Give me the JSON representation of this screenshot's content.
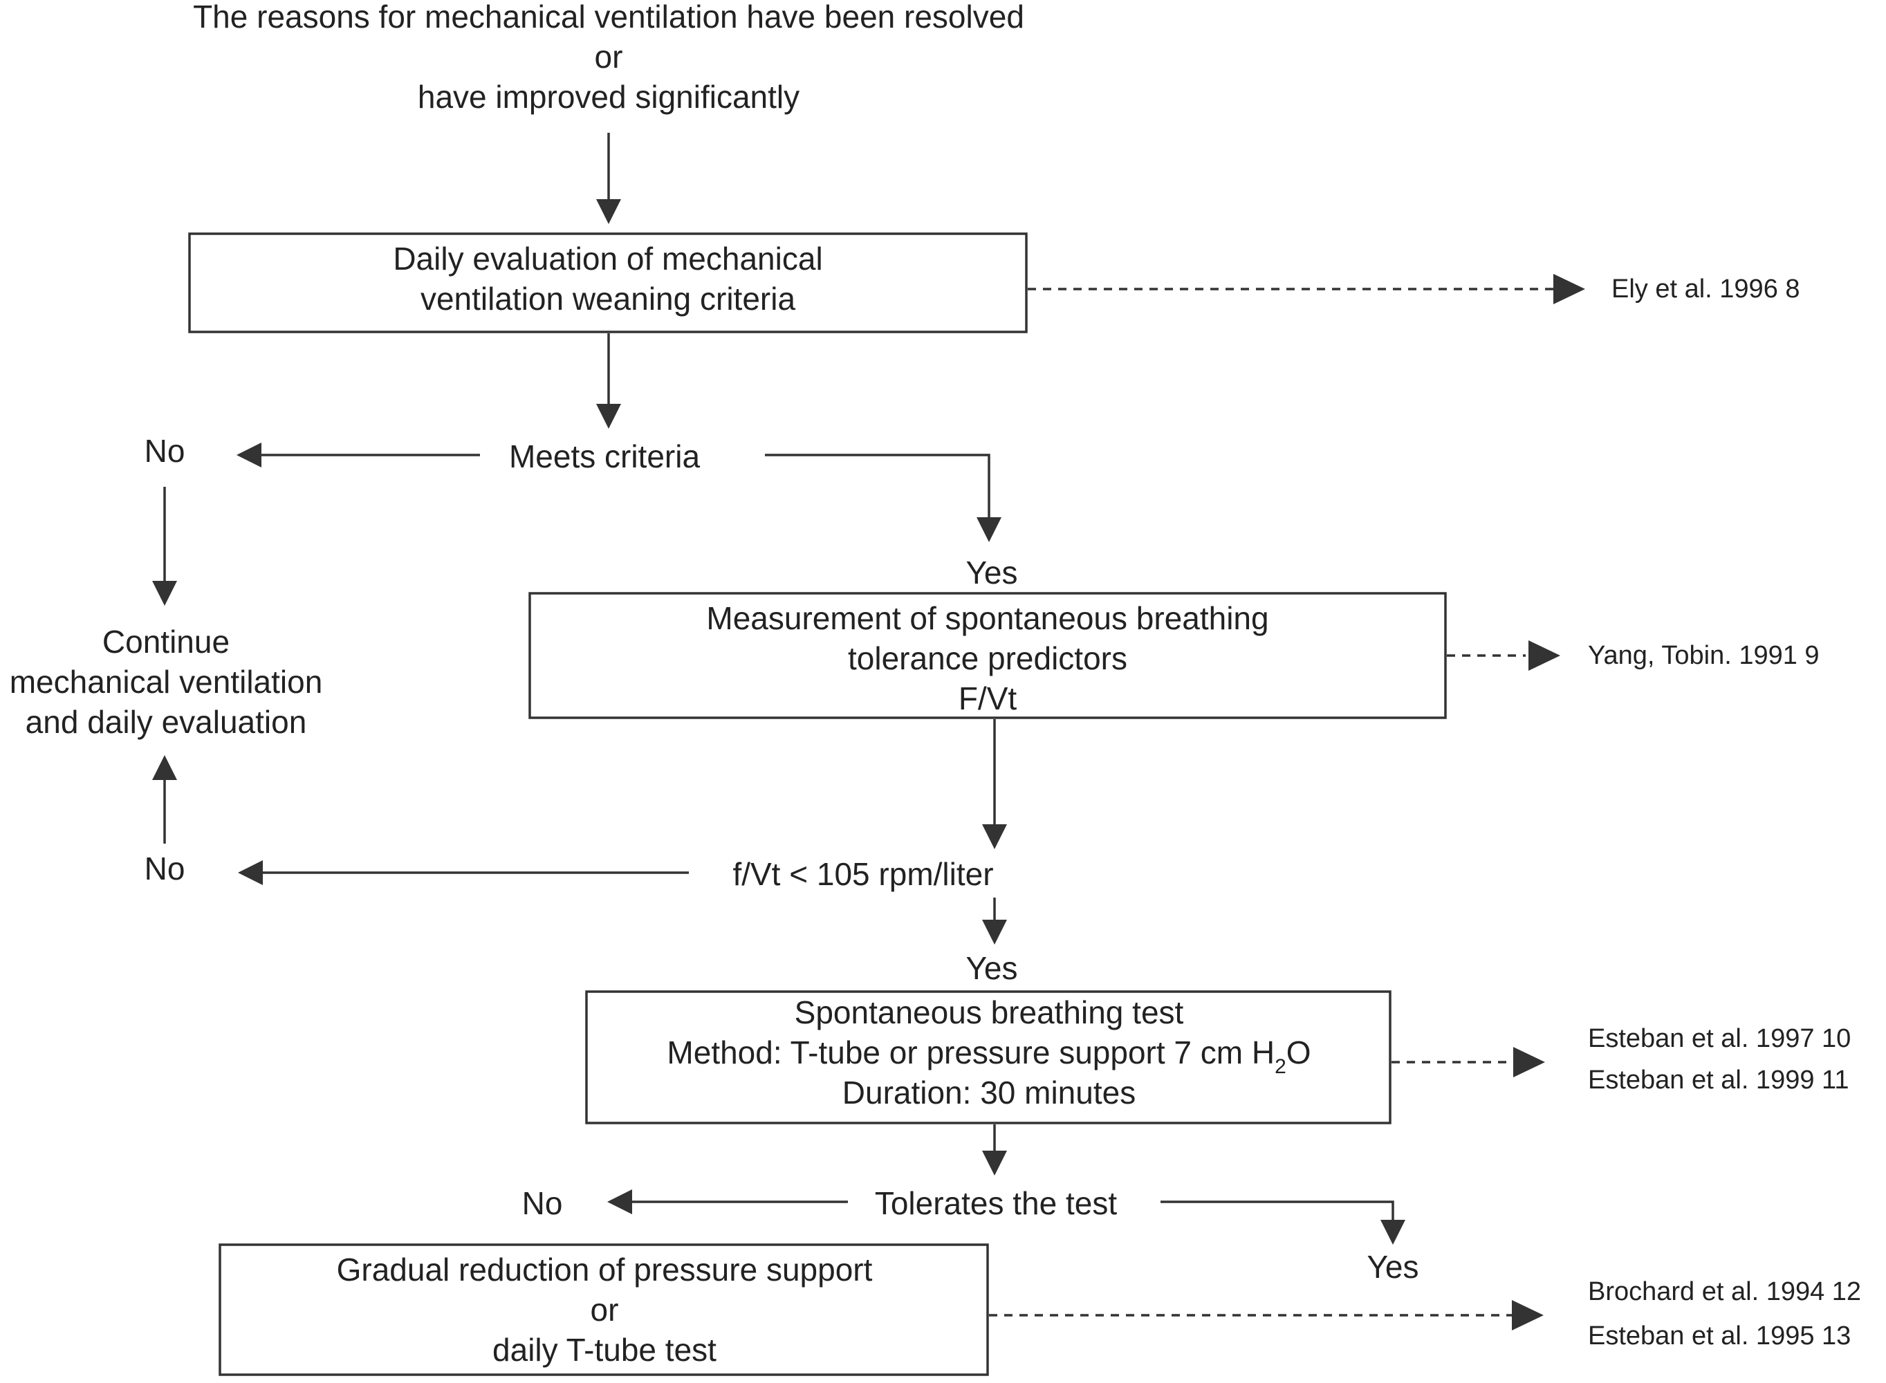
{
  "start": {
    "line1": "The reasons for mechanical ventilation have been resolved",
    "line2": "or",
    "line3": "have improved significantly"
  },
  "box_daily": {
    "line1": "Daily evaluation of mechanical",
    "line2": "ventilation weaning criteria"
  },
  "decision_criteria": "Meets criteria",
  "box_measure": {
    "line1": "Measurement of spontaneous breathing",
    "line2": "tolerance predictors",
    "line3": "F/Vt"
  },
  "decision_fvt": "f/Vt < 105 rpm/liter",
  "box_sbt": {
    "line1": "Spontaneous breathing test",
    "line2_pre": "Method: T-tube or pressure support 7 cm H",
    "line2_sub": "2",
    "line2_post": "O",
    "line3": "Duration: 30 minutes"
  },
  "decision_tolerates": "Tolerates the test",
  "box_gradual": {
    "line1": "Gradual reduction of pressure support",
    "line2": "or",
    "line3": "daily T-tube test"
  },
  "continue": {
    "line1": "Continue",
    "line2": "mechanical ventilation",
    "line3": "and daily evaluation"
  },
  "labels": {
    "yes1": "Yes",
    "yes2": "Yes",
    "yes3": "Yes",
    "no1": "No",
    "no2": "No",
    "no3": "No"
  },
  "references": {
    "ref1": "Ely et al. 1996 8",
    "ref2": "Yang, Tobin. 1991 9",
    "ref3a": "Esteban et al. 1997 10",
    "ref3b": "Esteban et al. 1999 11",
    "ref4a": "Brochard et al. 1994 12",
    "ref4b": "Esteban et al. 1995 13"
  }
}
